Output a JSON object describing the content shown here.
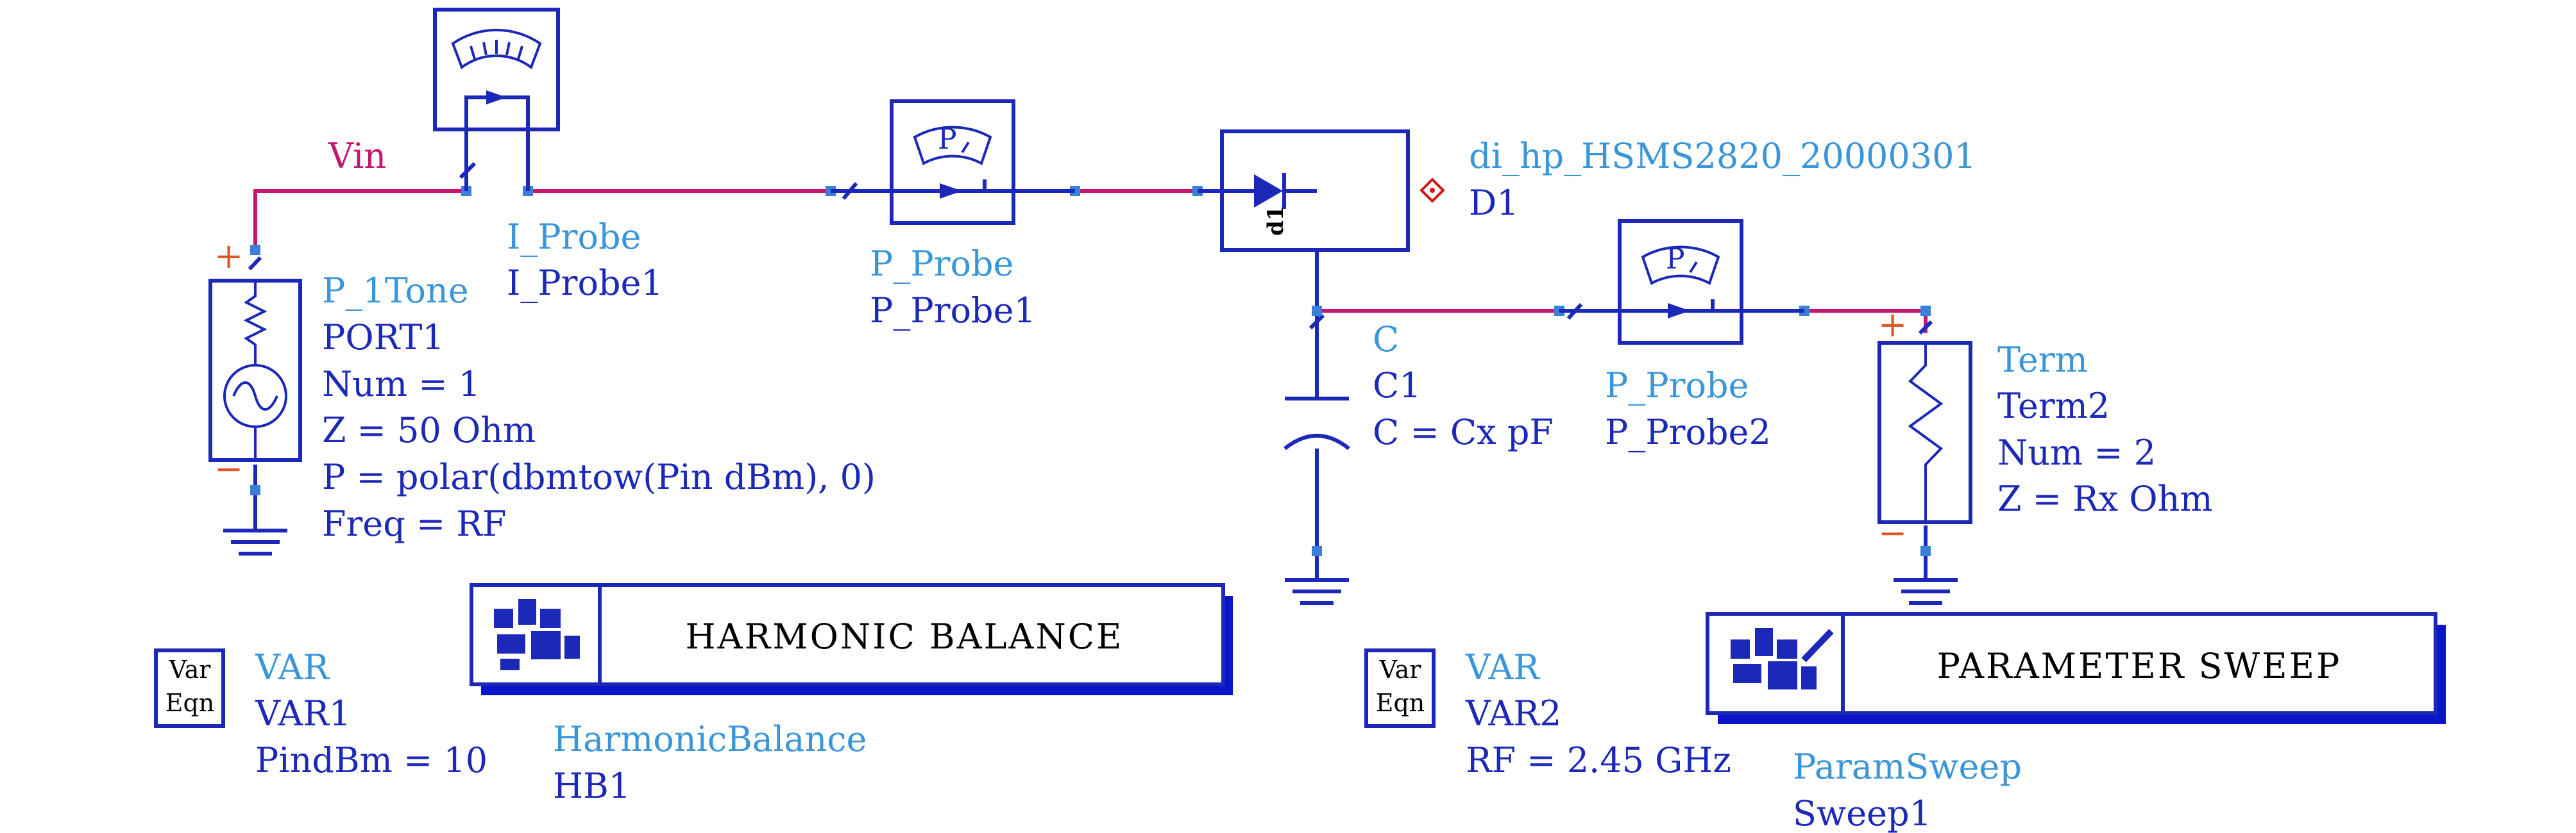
{
  "net_label": "Vin",
  "source": {
    "type": "P_1Tone",
    "name": "PORT1",
    "num": "Num = 1",
    "z": "Z = 50 Ohm",
    "p": "P = polar(dbmtow(Pin dBm), 0)",
    "freq": "Freq = RF",
    "plus": "+",
    "minus": "−"
  },
  "iprobe": {
    "type": "I_Probe",
    "name": "I_Probe1"
  },
  "pprobe1": {
    "type": "P_Probe",
    "name": "P_Probe1",
    "glyph": "P"
  },
  "diode": {
    "model": "di_hp_HSMS2820_20000301",
    "name": "D1",
    "pin": "d1"
  },
  "capacitor": {
    "type": "C",
    "name": "C1",
    "value": "C = Cx pF"
  },
  "pprobe2": {
    "type": "P_Probe",
    "name": "P_Probe2",
    "glyph": "P"
  },
  "term": {
    "type": "Term",
    "name": "Term2",
    "num": "Num = 2",
    "z": "Z = Rx Ohm",
    "plus": "+",
    "minus": "−"
  },
  "hb": {
    "title": "HARMONIC BALANCE",
    "type": "HarmonicBalance",
    "name": "HB1"
  },
  "var1": {
    "icon_top": "Var",
    "icon_bottom": "Eqn",
    "type": "VAR",
    "name": "VAR1",
    "expr": "PindBm = 10"
  },
  "var2": {
    "icon_top": "Var",
    "icon_bottom": "Eqn",
    "type": "VAR",
    "name": "VAR2",
    "expr": "RF = 2.45 GHz"
  },
  "sweep": {
    "title": "PARAMETER SWEEP",
    "type": "ParamSweep",
    "name": "Sweep1"
  },
  "colors": {
    "wire": "#1b28b8",
    "net": "#c4176e",
    "type_label": "#3a96d8",
    "name_label": "#1b28b8",
    "pin": "#3a7fd8",
    "polarity": "#e0552a"
  }
}
